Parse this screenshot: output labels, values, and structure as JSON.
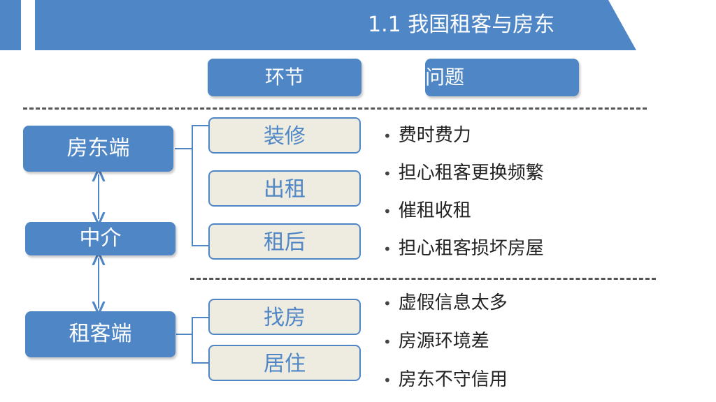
{
  "header": {
    "title": "1.1 我国租客与房东"
  },
  "column_headers": {
    "stage": "环节",
    "problem": "问题"
  },
  "actors": {
    "landlord": "房东端",
    "agent": "中介",
    "tenant": "租客端"
  },
  "landlord_stages": [
    "装修",
    "出租",
    "租后"
  ],
  "tenant_stages": [
    "找房",
    "居住"
  ],
  "landlord_issues": [
    "费时费力",
    "担心租客更换频繁",
    "催租收租",
    "担心租客损坏房屋"
  ],
  "tenant_issues": [
    "虚假信息太多",
    "房源环境差",
    "房东不守信用"
  ],
  "colors": {
    "accent": "#4f86c6",
    "stage_fill": "#eeece1",
    "text": "#222222"
  }
}
